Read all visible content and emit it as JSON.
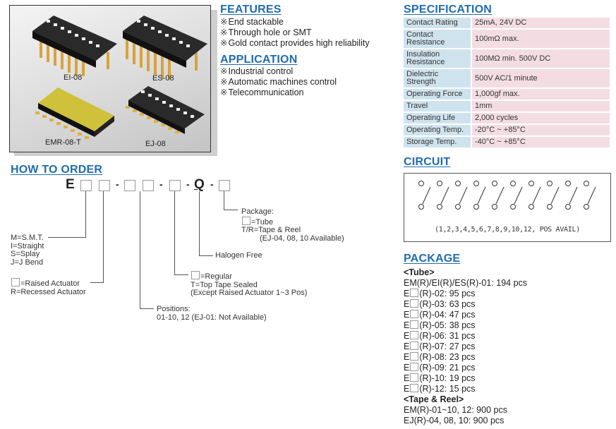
{
  "products": {
    "photo_labels": [
      "EI-08",
      "ES-08",
      "EMR-08-T",
      "EJ-08"
    ]
  },
  "features": {
    "title": "FEATURES",
    "bullet": "※",
    "items": [
      "End stackable",
      "Through hole or SMT",
      "Gold contact provides high reliability"
    ]
  },
  "application": {
    "title": "APPLICATION",
    "bullet": "※",
    "items": [
      "Industrial control",
      "Automatic machines control",
      "Telecommunication"
    ]
  },
  "specification": {
    "title": "SPECIFICATION",
    "colors": {
      "key_bg": "#cfe3ee",
      "value_bg": "#f3dde3"
    },
    "rows": [
      {
        "key": "Contact Rating",
        "value": "25mA, 24V DC"
      },
      {
        "key": "Contact Resistance",
        "value": "100mΩ max."
      },
      {
        "key": "Insulation Resistance",
        "value": "100MΩ min. 500V DC"
      },
      {
        "key": "Dielectric Strength",
        "value": "500V AC/1 minute"
      },
      {
        "key": "Operating Force",
        "value": "1,000gf max."
      },
      {
        "key": "Travel",
        "value": "1mm"
      },
      {
        "key": "Operating Life",
        "value": "2,000 cycles"
      },
      {
        "key": "Operating Temp.",
        "value": "-20°C ~ +85°C"
      },
      {
        "key": "Storage Temp.",
        "value": "-40°C ~ +85°C"
      }
    ]
  },
  "circuit": {
    "title": "CIRCUIT",
    "switch_count": 10,
    "caption": "(1,2,3,4,5,6,7,8,9,10,12, POS AVAIL)"
  },
  "package": {
    "title": "PACKAGE",
    "tube_header": "<Tube>",
    "tube_first": "EM(R)/EI(R)/ES(R)-01: 194 pcs",
    "tube_items": [
      "(R)-02: 95 pcs",
      "(R)-03: 63 pcs",
      "(R)-04: 47 pcs",
      "(R)-05: 38 pcs",
      "(R)-06: 31 pcs",
      "(R)-07: 27 pcs",
      "(R)-08: 23 pcs",
      "(R)-09: 21 pcs",
      "(R)-10: 19 pcs",
      "(R)-12: 15 pcs"
    ],
    "tube_prefix": "E",
    "reel_header": "<Tape & Reel>",
    "reel_items": [
      "EM(R)-01~10, 12: 900 pcs",
      "EJ(R)-04, 08, 10: 900 pcs"
    ]
  },
  "how_to_order": {
    "title": "HOW TO ORDER",
    "code": {
      "prefix": "E",
      "dash": "-",
      "q": "Q"
    },
    "mount": [
      "M=S.M.T.",
      "I=Straight",
      "S=Splay",
      "J=J Bend"
    ],
    "actuator": [
      "=Raised Actuator",
      "R=Recessed Actuator"
    ],
    "positions": [
      "Positions:",
      "01-10, 12 (EJ-01: Not Available)"
    ],
    "sealing": [
      "=Regular",
      "T=Top Tape Sealed",
      "(Except Raised Actuator 1~3 Pos)"
    ],
    "halogen": "Halogen Free",
    "pkg": [
      "Package:",
      "=Tube",
      "T/R=Tape & Reel",
      "(EJ-04, 08, 10 Available)"
    ]
  }
}
